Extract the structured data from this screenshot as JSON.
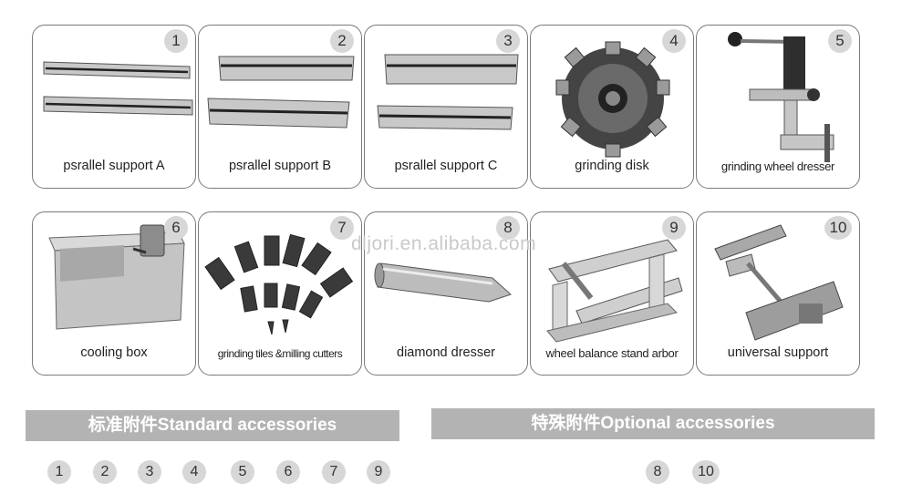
{
  "watermark": "dljori.en.alibaba.com",
  "items": [
    {
      "num": "1",
      "label": "psrallel  support A"
    },
    {
      "num": "2",
      "label": "psrallel  support   B"
    },
    {
      "num": "3",
      "label": "psrallel  support C"
    },
    {
      "num": "4",
      "label": "grinding disk"
    },
    {
      "num": "5",
      "label": "grinding wheel dresser"
    },
    {
      "num": "6",
      "label": "cooling box"
    },
    {
      "num": "7",
      "label": "grinding tiles &milling cutters"
    },
    {
      "num": "8",
      "label": "diamond dresser"
    },
    {
      "num": "9",
      "label": "wheel balance stand arbor"
    },
    {
      "num": "10",
      "label": "universal support"
    }
  ],
  "standard": {
    "title": "标准附件Standard  accessories",
    "numbers": [
      "1",
      "2",
      "3",
      "4",
      "5",
      "6",
      "7",
      "9"
    ]
  },
  "optional": {
    "title": "特殊附件Optional accessories",
    "numbers": [
      "8",
      "10"
    ]
  }
}
